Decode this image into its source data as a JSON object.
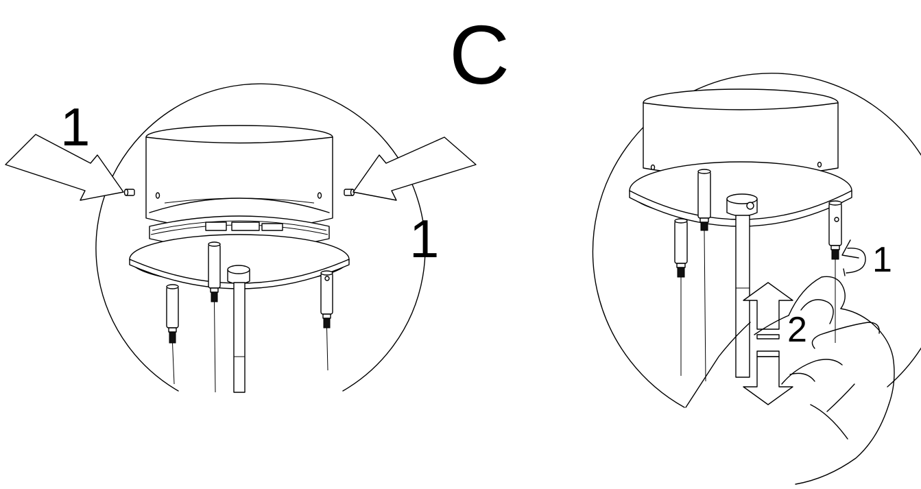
{
  "step_letter": "C",
  "left_panel": {
    "arrow_left_label": "1",
    "arrow_right_label": "1"
  },
  "right_panel": {
    "rotate_label": "1",
    "adjust_label": "2"
  }
}
